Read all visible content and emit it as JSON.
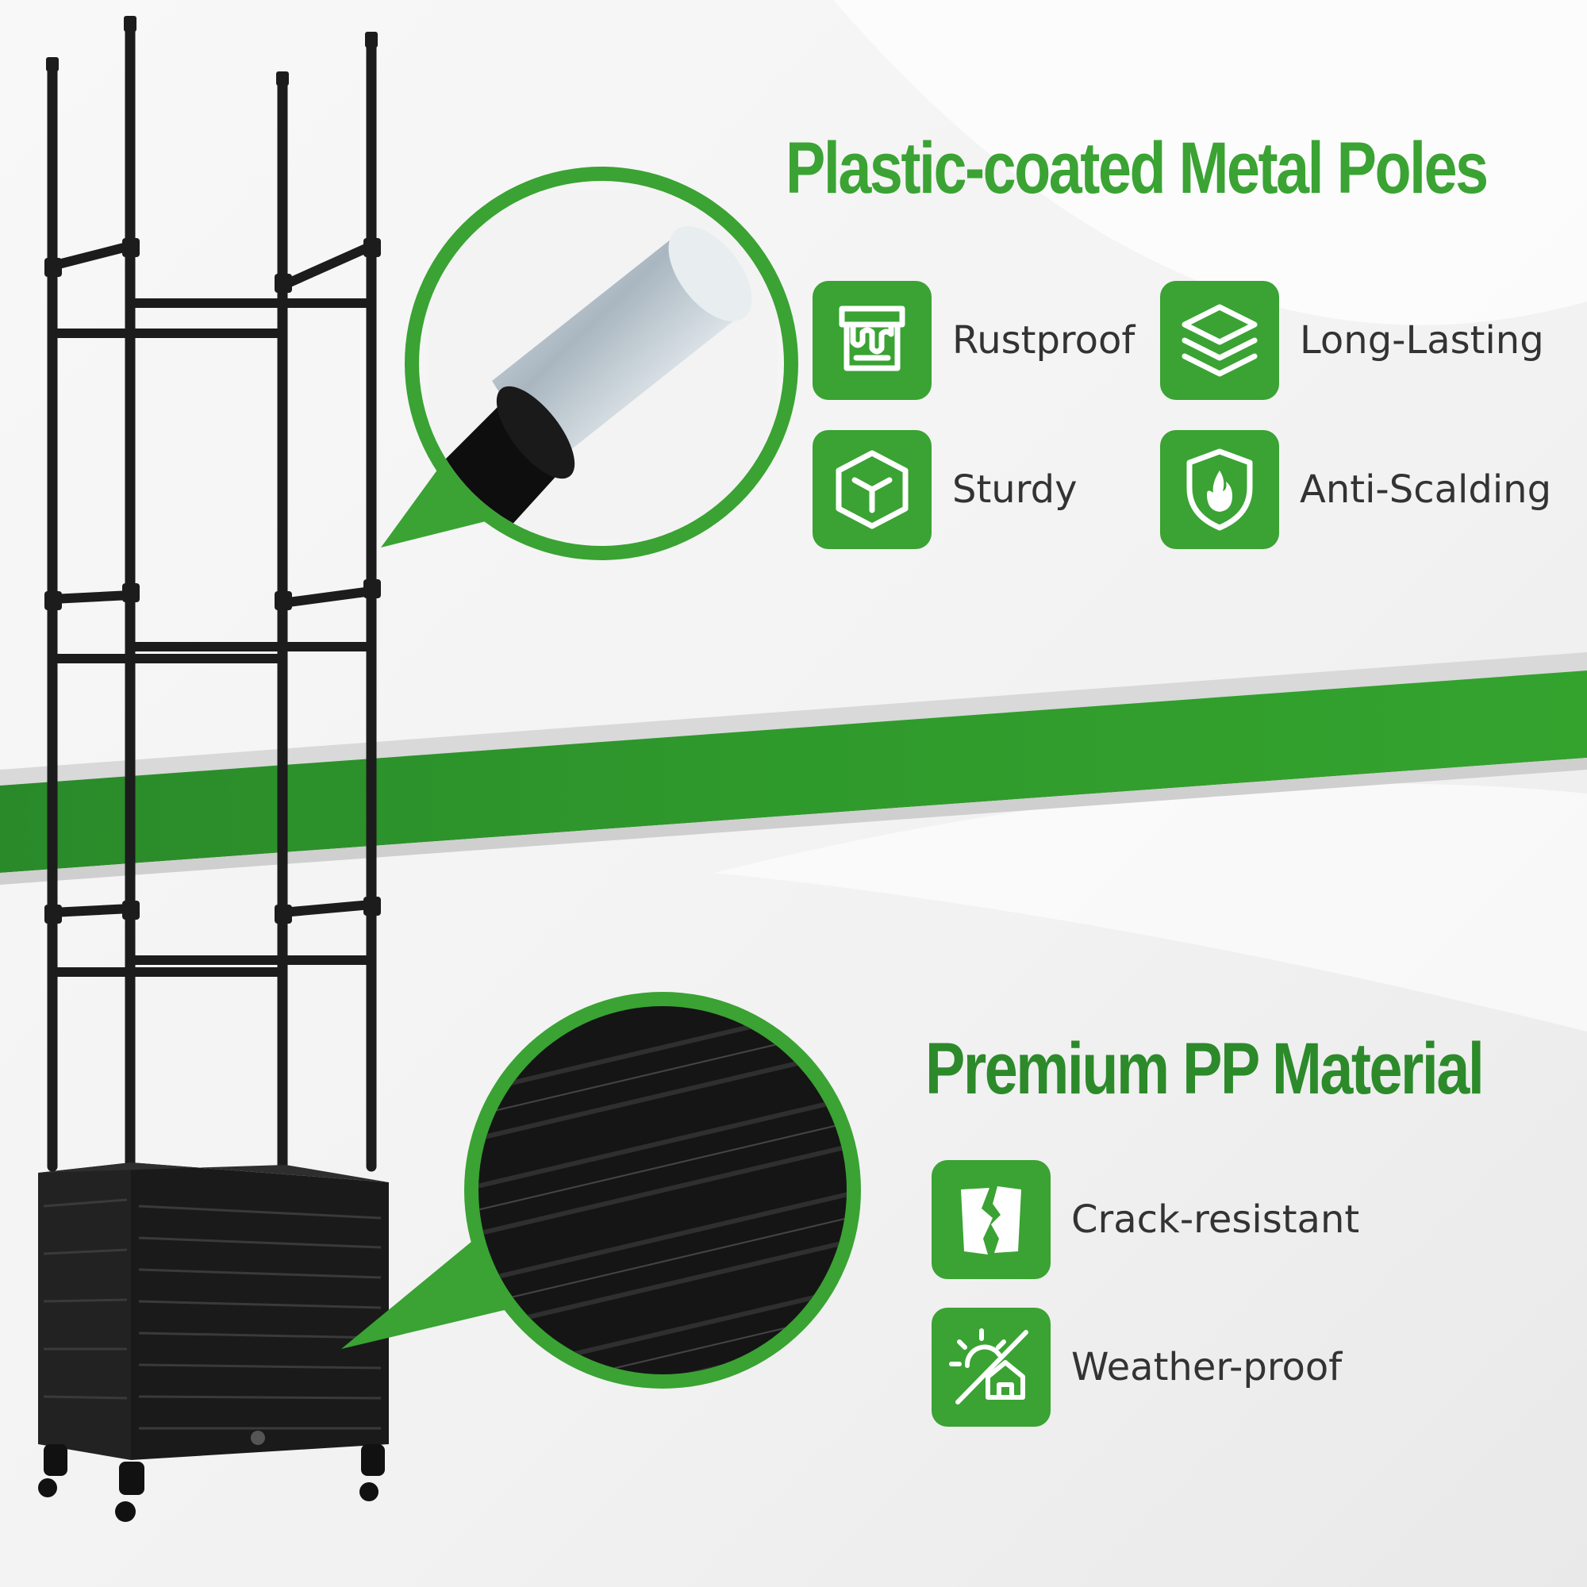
{
  "colors": {
    "accent": "#3aa333",
    "accent_dark": "#2c8a2a",
    "text": "#333333",
    "product": "#1c1c1c",
    "background": "#f4f4f4"
  },
  "sections": [
    {
      "heading": "Plastic-coated Metal Poles",
      "features": [
        {
          "label": "Rustproof",
          "icon": "paint-bucket-icon"
        },
        {
          "label": "Long-Lasting",
          "icon": "layers-icon"
        },
        {
          "label": "Sturdy",
          "icon": "cube-icon"
        },
        {
          "label": "Anti-Scalding",
          "icon": "flame-shield-icon"
        }
      ]
    },
    {
      "heading": "Premium PP Material",
      "features": [
        {
          "label": "Crack-resistant",
          "icon": "cracked-panel-icon"
        },
        {
          "label": "Weather-proof",
          "icon": "sun-house-icon"
        }
      ]
    }
  ]
}
